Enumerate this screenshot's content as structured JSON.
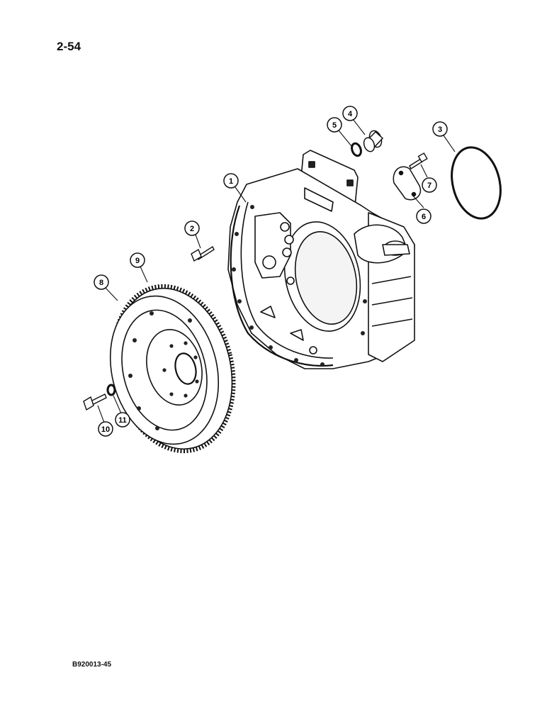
{
  "page": {
    "number": "2-54",
    "figure_code": "B920013-45"
  },
  "callouts": [
    {
      "id": 1,
      "label": "1",
      "part": "flywheel housing"
    },
    {
      "id": 2,
      "label": "2",
      "part": "housing bolt"
    },
    {
      "id": 3,
      "label": "3",
      "part": "o-ring"
    },
    {
      "id": 4,
      "label": "4",
      "part": "plug"
    },
    {
      "id": 5,
      "label": "5",
      "part": "sealing washer"
    },
    {
      "id": 6,
      "label": "6",
      "part": "cover plate"
    },
    {
      "id": 7,
      "label": "7",
      "part": "cover screw"
    },
    {
      "id": 8,
      "label": "8",
      "part": "flywheel"
    },
    {
      "id": 9,
      "label": "9",
      "part": "ring gear"
    },
    {
      "id": 10,
      "label": "10",
      "part": "flywheel bolt"
    },
    {
      "id": 11,
      "label": "11",
      "part": "washer"
    }
  ]
}
